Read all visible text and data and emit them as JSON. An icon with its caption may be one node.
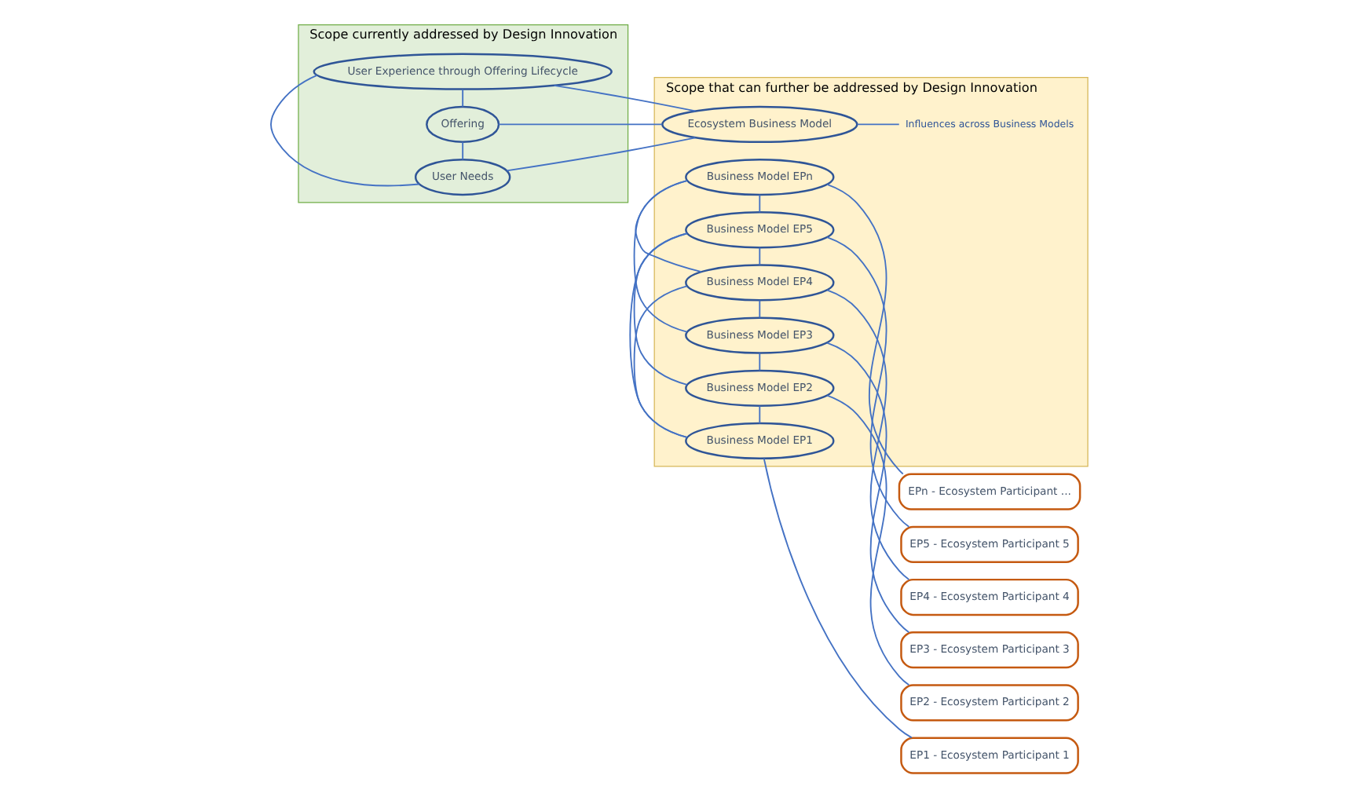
{
  "diagram": {
    "nodes": [
      {
        "text": [
          "Scope currently addressed by Design Innovation"
        ]
      },
      {
        "text": [
          "Scope that can further be addressed by Design Innovation"
        ]
      },
      {
        "text": [
          "User Needs"
        ],
        "in": 0
      },
      {
        "text": [
          "Offering"
        ],
        "in": 0
      },
      {
        "text": [
          "User Experience through Offering Lifecycle"
        ],
        "in": 0
      },
      {
        "text": [
          "Ecosystem Business Model"
        ],
        "in": 1
      },
      {
        "text": [
          "Influences across Business Models"
        ],
        "in": 1
      },
      {
        "text": [
          "Business Model EP1"
        ],
        "in": 1
      },
      {
        "text": [
          "Business Model EP2"
        ],
        "in": 1
      },
      {
        "text": [
          "Business Model EP3"
        ],
        "in": 1
      },
      {
        "text": [
          "Business Model EP4"
        ],
        "in": 1
      },
      {
        "text": [
          "Business Model EP5"
        ],
        "in": 1
      },
      {
        "text": [
          "Business Model EPn"
        ],
        "in": 1
      },
      {
        "text": [
          "EP1 - Ecosystem Participant 1"
        ]
      },
      {
        "text": [
          "EP2 - Ecosystem Participant 2"
        ]
      },
      {
        "text": [
          "EP3 - Ecosystem Participant 3"
        ]
      },
      {
        "text": [
          "EP4 - Ecosystem Participant 4"
        ]
      },
      {
        "text": [
          "EP5 - Ecosystem Participant 5"
        ]
      },
      {
        "text": [
          "EPn - Ecosystem Participant ..."
        ]
      }
    ],
    "edges": [
      {
        "from": 2,
        "to": 3,
        "arrow": "none"
      },
      {
        "from": 3,
        "to": 4,
        "arrow": "none"
      },
      {
        "from": 2,
        "to": 4,
        "arrow": "none"
      },
      {
        "from": 2,
        "to": 5,
        "arrow": "none"
      },
      {
        "from": 3,
        "to": 5,
        "arrow": "none"
      },
      {
        "from": 4,
        "to": 5,
        "arrow": "none"
      },
      {
        "from": 5,
        "to": 6,
        "arrow": "none"
      },
      {
        "from": 7,
        "to": 8,
        "arrow": "none"
      },
      {
        "from": 8,
        "to": 9,
        "arrow": "none"
      },
      {
        "from": 9,
        "to": 10,
        "arrow": "none"
      },
      {
        "from": 10,
        "to": 11,
        "arrow": "none"
      },
      {
        "from": 11,
        "to": 12,
        "arrow": "none"
      },
      {
        "from": 7,
        "to": 11,
        "arrow": "none"
      },
      {
        "from": 9,
        "to": 12,
        "arrow": "none"
      },
      {
        "from": 7,
        "to": 10,
        "arrow": "none"
      },
      {
        "from": 8,
        "to": 11,
        "arrow": "none"
      },
      {
        "from": 10,
        "to": 12,
        "arrow": "none"
      },
      {
        "from": 7,
        "to": 13,
        "arrow": "none"
      },
      {
        "from": 8,
        "to": 14,
        "arrow": "none"
      },
      {
        "from": 9,
        "to": 15,
        "arrow": "none"
      },
      {
        "from": 10,
        "to": 16,
        "arrow": "none"
      },
      {
        "from": 11,
        "to": 17,
        "arrow": "none"
      },
      {
        "from": 12,
        "to": 18,
        "arrow": "none"
      }
    ]
  }
}
